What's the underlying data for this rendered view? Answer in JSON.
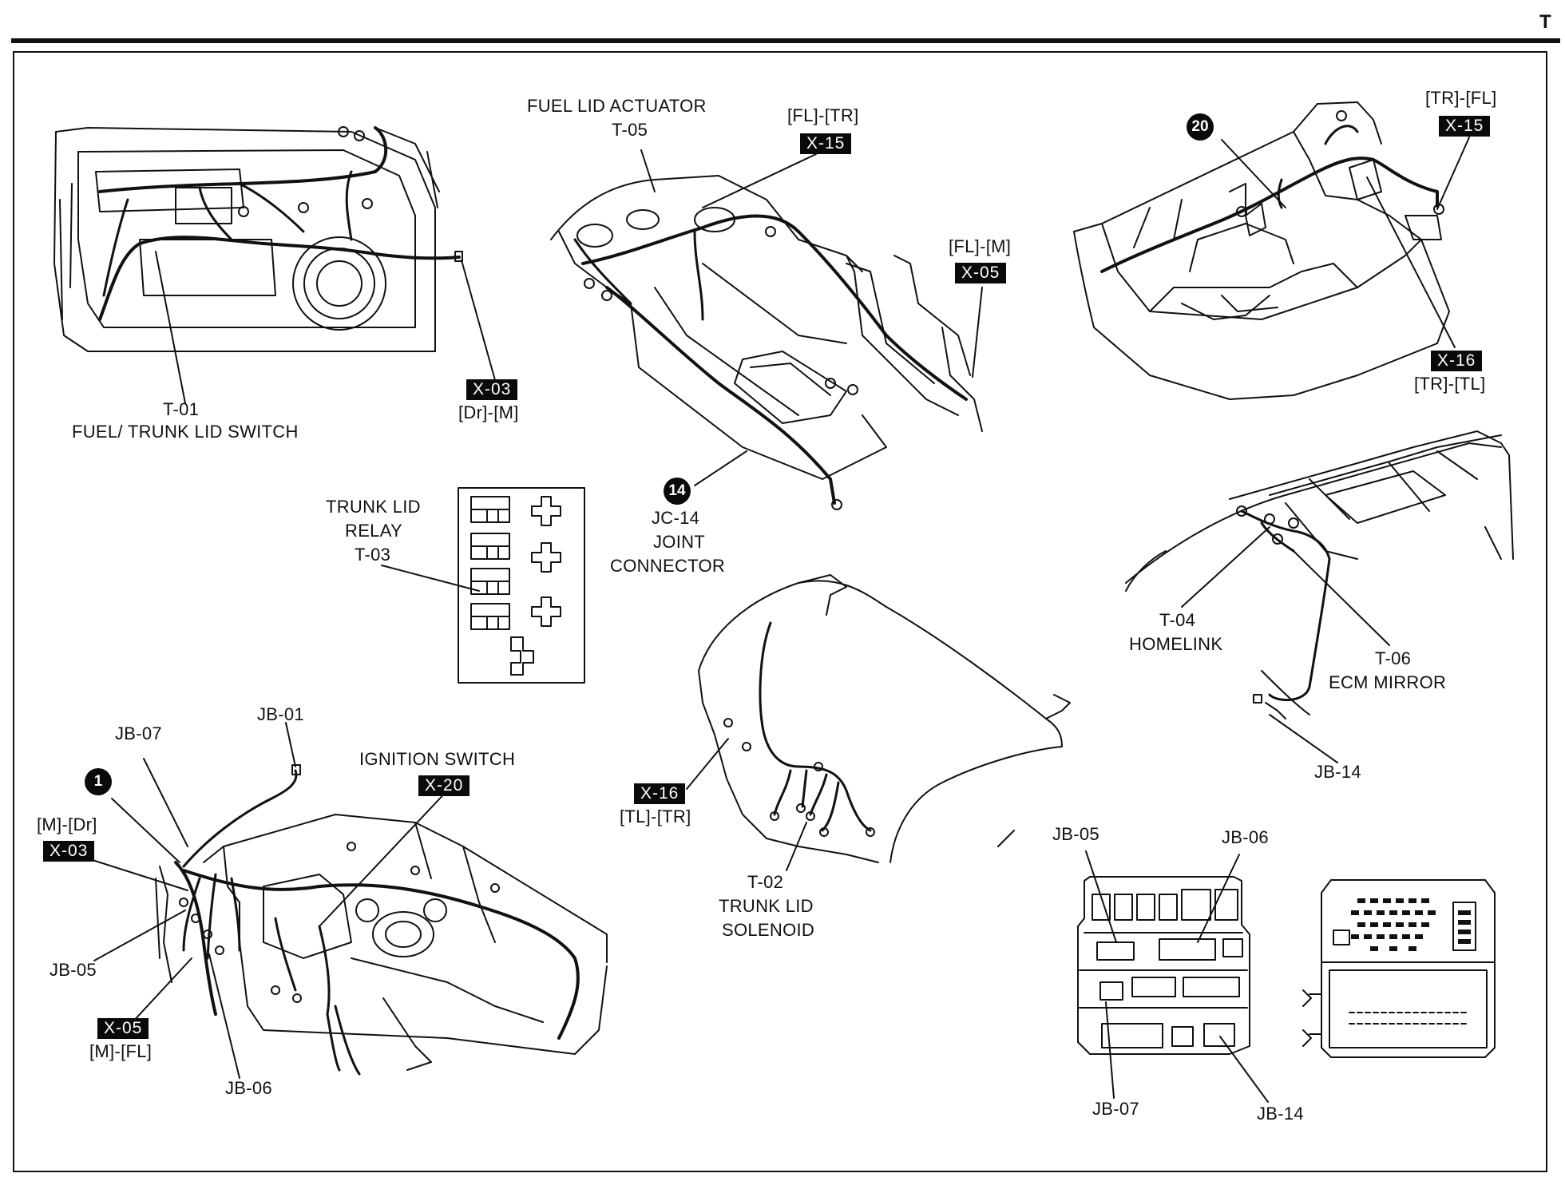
{
  "page": {
    "section_letter": "T"
  },
  "callouts": {
    "t01_code": "T-01",
    "t01_name": "FUEL/ TRUNK LID SWITCH",
    "x03_dr_tag": "X-03",
    "x03_dr_sub": "[Dr]-[M]",
    "fuel_lid_name": "FUEL LID ACTUATOR",
    "fuel_lid_code": "T-05",
    "x15_fl_sub": "[FL]-[TR]",
    "x15_fl_tag": "X-15",
    "x05_fl_sub": "[FL]-[M]",
    "x05_fl_tag": "X-05",
    "jc14_num": "14",
    "jc14_code": "JC-14",
    "jc14_name1": "JOINT",
    "jc14_name2": "CONNECTOR",
    "tr20_num": "20",
    "x15_tr_sub": "[TR]-[FL]",
    "x15_tr_tag": "X-15",
    "x16_tr_tag": "X-16",
    "x16_tr_sub": "[TR]-[TL]",
    "relay_name1": "TRUNK LID",
    "relay_name2": "RELAY",
    "relay_code": "T-03",
    "t04_code": "T-04",
    "t04_name": "HOMELINK",
    "t06_code": "T-06",
    "t06_name": "ECM MIRROR",
    "jb14_roof": "JB-14",
    "x16_tl_tag": "X-16",
    "x16_tl_sub": "[TL]-[TR]",
    "t02_code": "T-02",
    "t02_name1": "TRUNK LID",
    "t02_name2": "SOLENOID",
    "jb01": "JB-01",
    "jb07_dash": "JB-07",
    "ign_name": "IGNITION SWITCH",
    "x20_tag": "X-20",
    "dash_num": "1",
    "x03_m_sub": "[M]-[Dr]",
    "x03_m_tag": "X-03",
    "jb05_dash": "JB-05",
    "x05_m_tag": "X-05",
    "x05_m_sub": "[M]-[FL]",
    "jb06_dash": "JB-06",
    "jb05_box": "JB-05",
    "jb06_box": "JB-06",
    "jb07_box": "JB-07",
    "jb14_box": "JB-14"
  }
}
